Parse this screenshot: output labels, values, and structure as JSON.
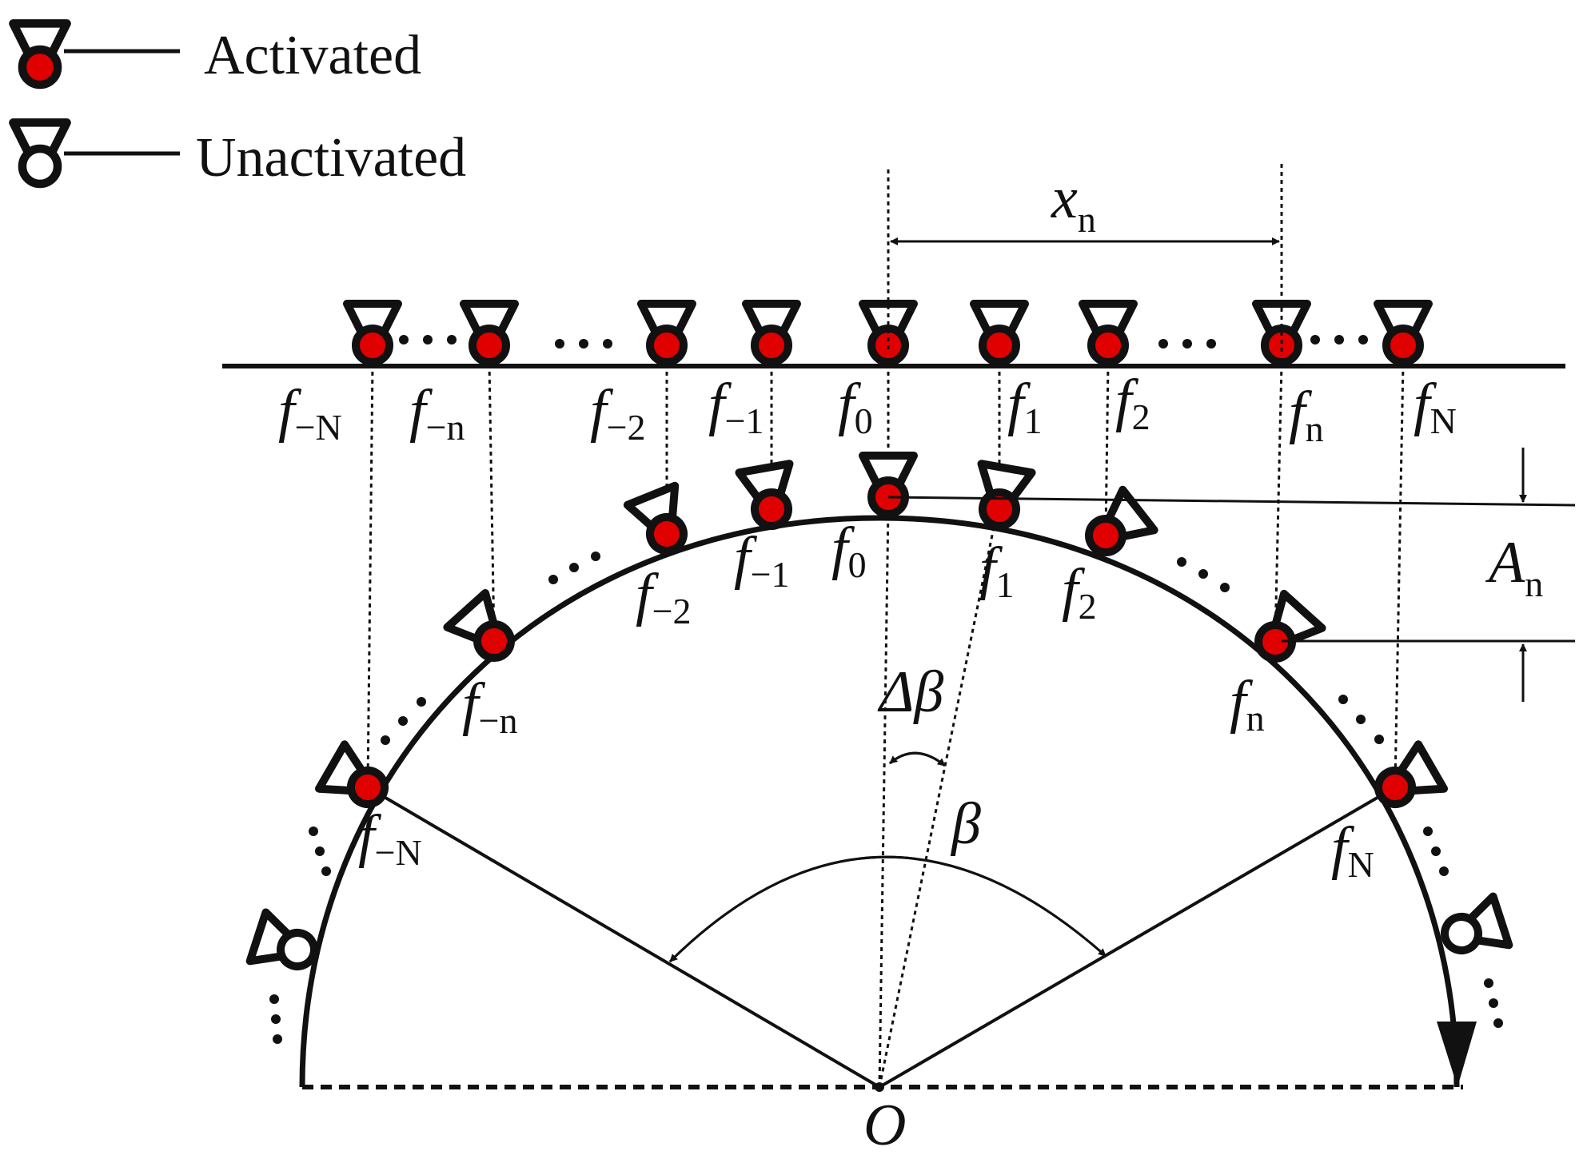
{
  "legend": {
    "activated": "Activated",
    "unactivated": "Unactivated"
  },
  "labels": {
    "f": "f",
    "sub_minus_N": "−N",
    "sub_minus_n": "−n",
    "sub_minus_2": "−2",
    "sub_minus_1": "−1",
    "sub_0": "0",
    "sub_1": "1",
    "sub_2": "2",
    "sub_n": "n",
    "sub_N": "N",
    "x": "x",
    "A": "A",
    "delta_beta": "Δβ",
    "beta": "β",
    "origin": "O"
  },
  "colors": {
    "activated_fill": "#e00000",
    "line": "#111111"
  }
}
